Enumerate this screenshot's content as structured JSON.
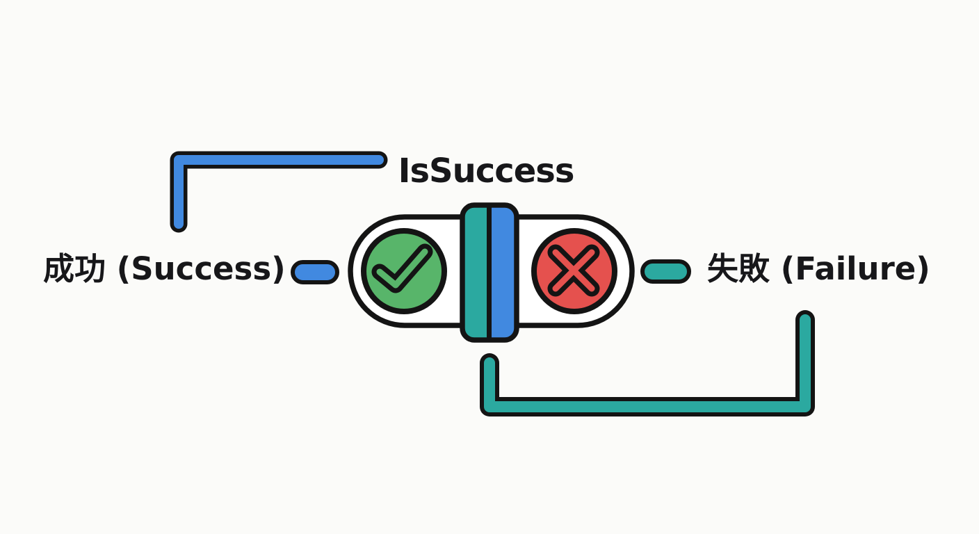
{
  "diagram": {
    "title": "IsSuccess",
    "left_label": "成功 (Success)",
    "right_label": "失敗 (Failure)",
    "toggle": {
      "success_icon": "check-circle-icon",
      "failure_icon": "x-circle-icon",
      "state_divider": "two-tone-handle"
    },
    "colors": {
      "blue": "#4189E0",
      "teal": "#2BA9A0",
      "green": "#58B56A",
      "red": "#E5514E",
      "ink": "#141414",
      "background": "#FBFBF9",
      "capsule_fill": "#FFFFFF"
    }
  }
}
